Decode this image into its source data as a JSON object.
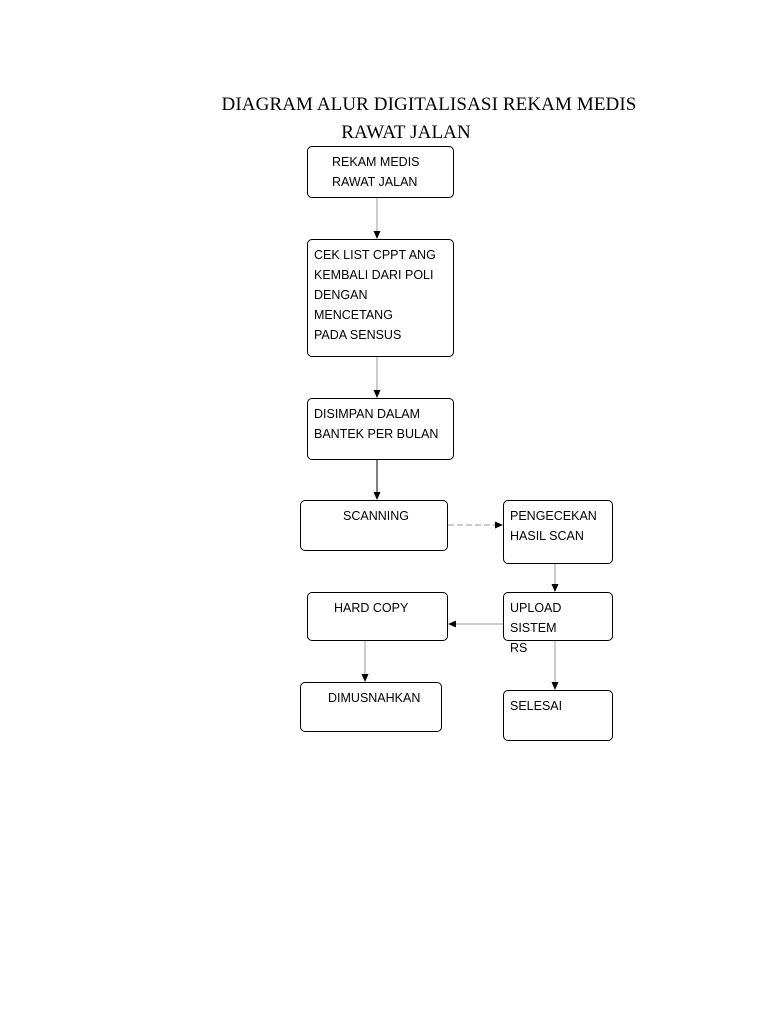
{
  "diagram": {
    "title_line1": "DIAGRAM ALUR DIGITALISASI REKAM MEDIS",
    "title_line2": "RAWAT JALAN",
    "nodes": {
      "rekam_medis": "REKAM MEDIS\nRAWAT JALAN",
      "cek_list": "CEK LIST CPPT ANG\nKEMBALI DARI POLI\nDENGAN MENCETANG\nPADA SENSUS",
      "disimpan": "DISIMPAN DALAM\nBANTEK  PER BULAN",
      "scanning": "SCANNING",
      "pengecekan": "PENGECEKAN\nHASIL SCAN",
      "upload": "UPLOAD SISTEM\nRS",
      "hard_copy": "HARD COPY",
      "dimusnahkan": "DIMUSNAHKAN",
      "selesai": "SELESAI"
    },
    "edges": [
      [
        "rekam_medis",
        "cek_list"
      ],
      [
        "cek_list",
        "disimpan"
      ],
      [
        "disimpan",
        "scanning"
      ],
      [
        "scanning",
        "pengecekan"
      ],
      [
        "pengecekan",
        "upload"
      ],
      [
        "upload",
        "hard_copy"
      ],
      [
        "upload",
        "selesai"
      ],
      [
        "hard_copy",
        "dimusnahkan"
      ]
    ],
    "colors": {
      "line": "#000000",
      "faint_line": "#9a9a9a"
    }
  }
}
